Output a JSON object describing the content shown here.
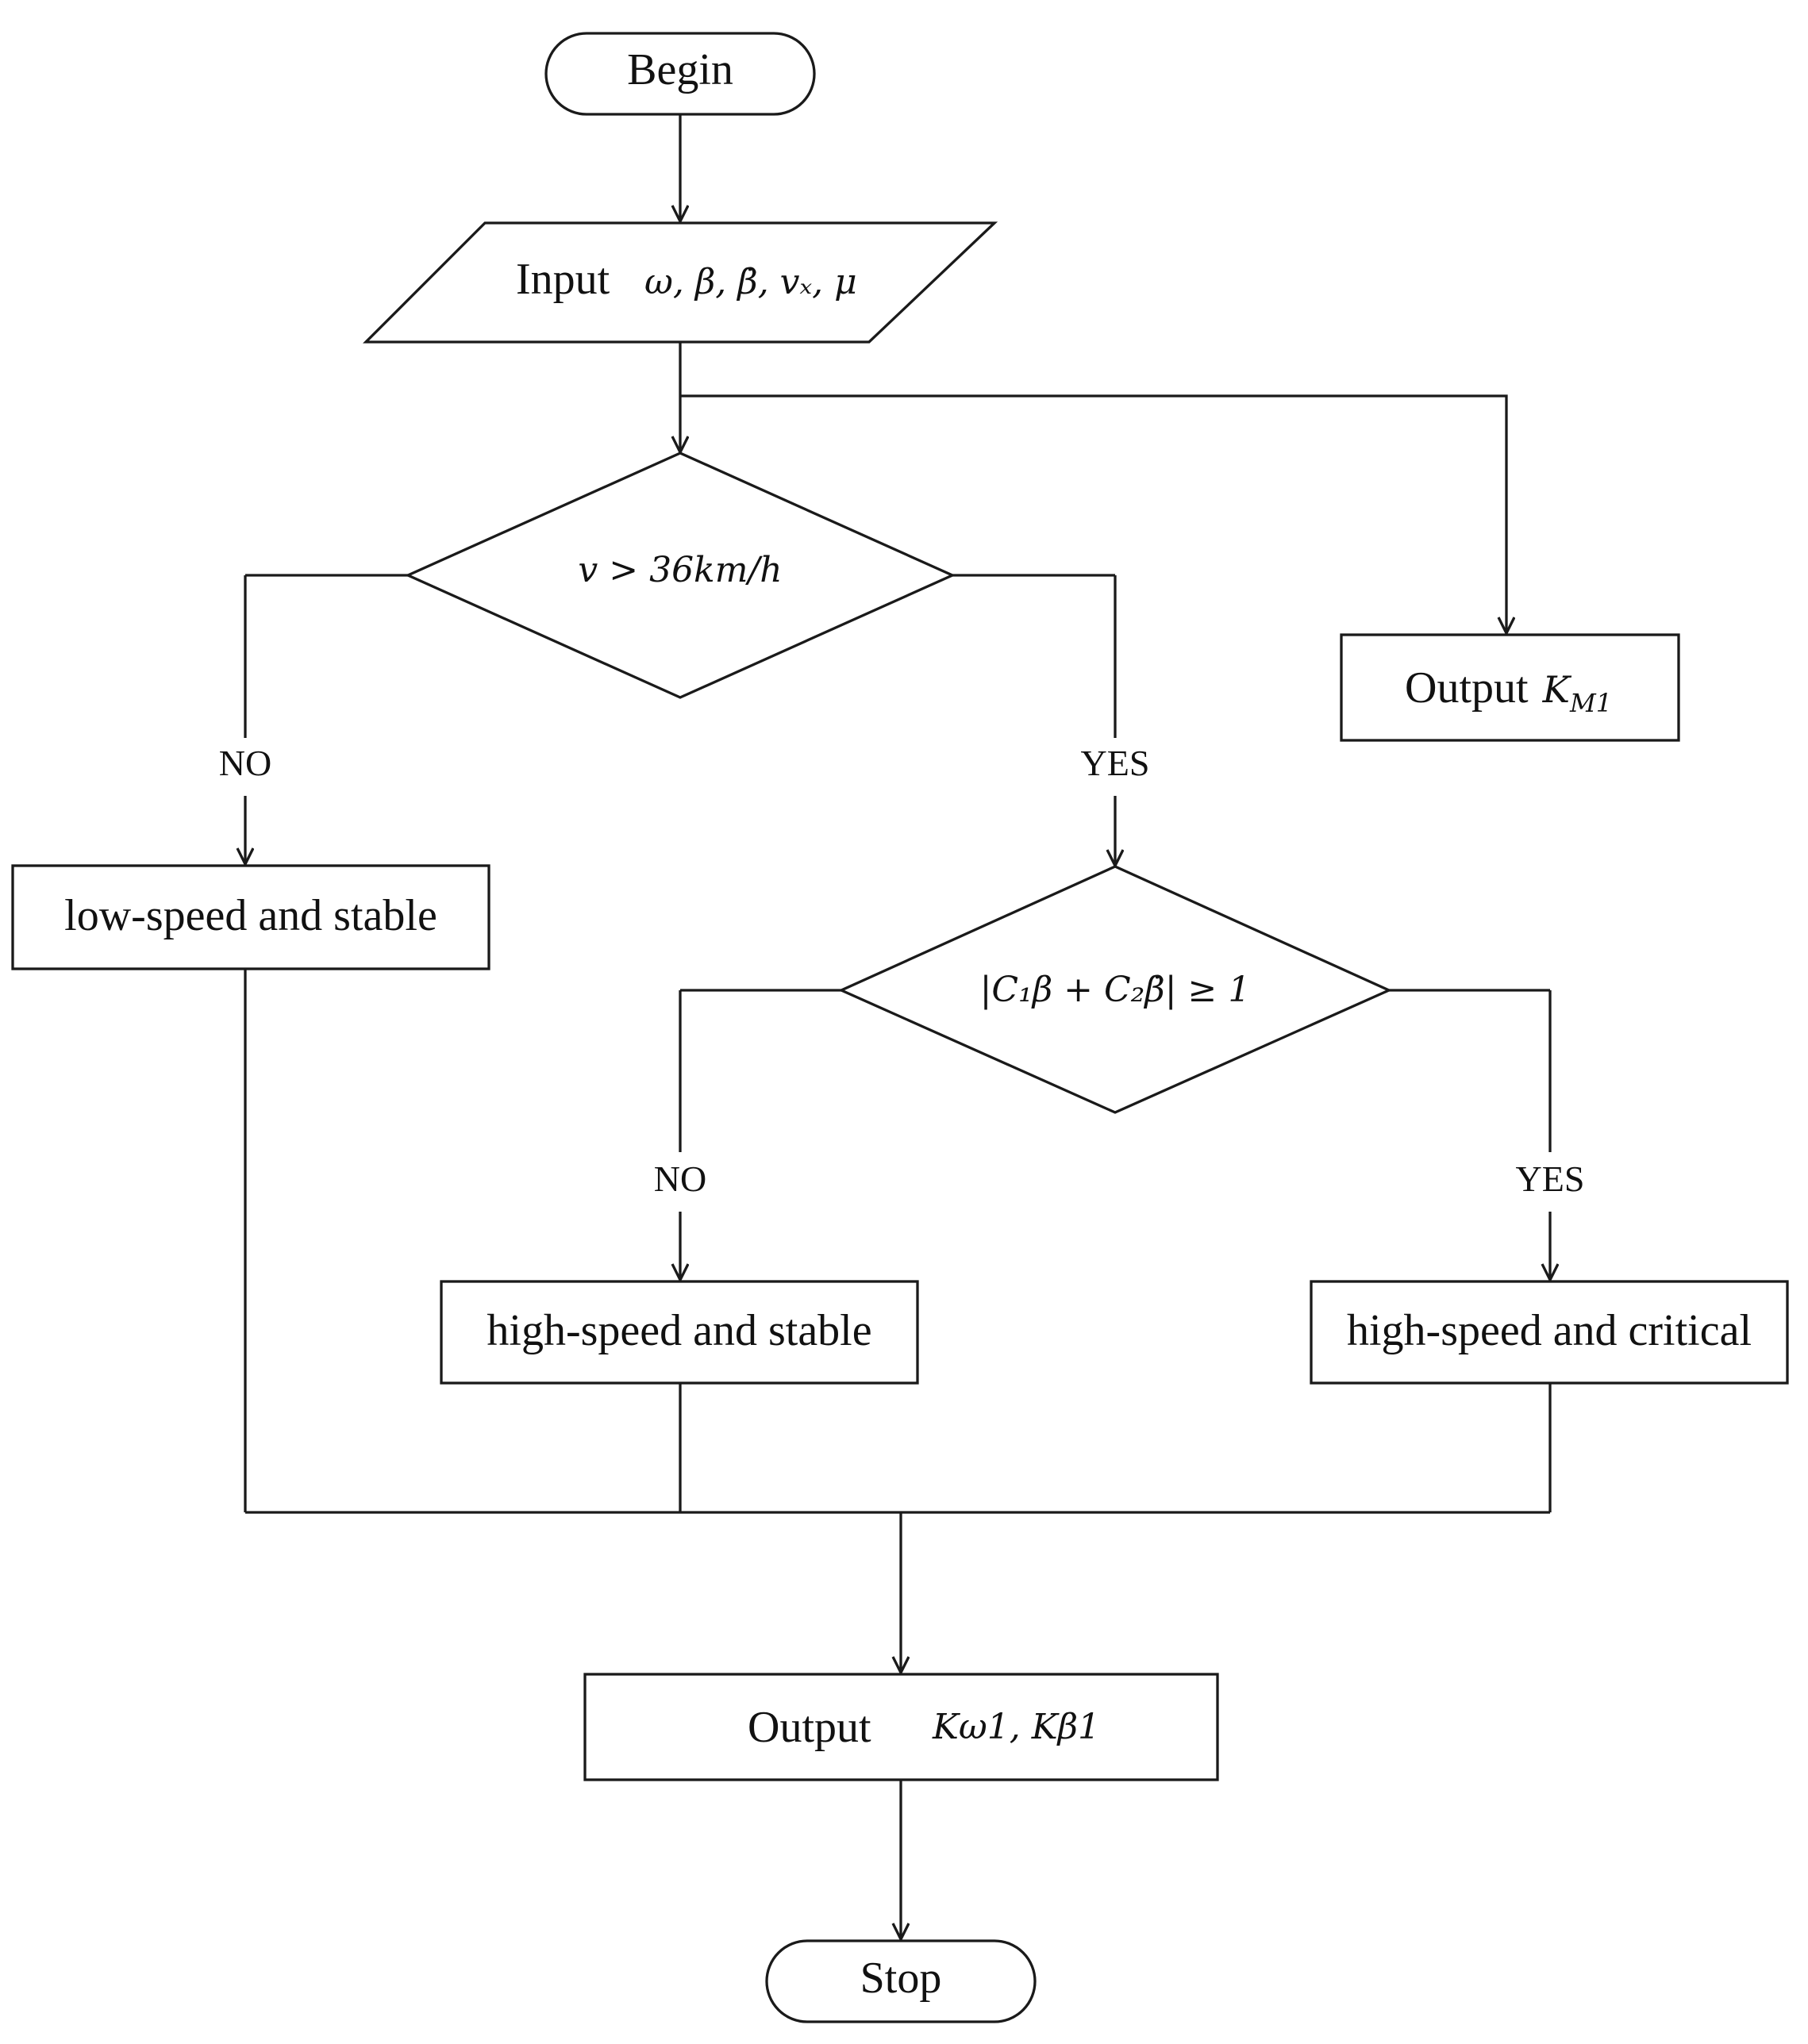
{
  "flowchart": {
    "begin": "Begin",
    "input_label": "Input",
    "input_vars": "ω, β, β̇, vₓ, μ",
    "decision1": "v > 36km/h",
    "decision1_no": "NO",
    "decision1_yes": "YES",
    "output_km_label": "Output",
    "output_km_var": "K",
    "output_km_sub": "M1",
    "low_speed_stable": "low-speed and stable",
    "decision2": "|C₁β + C₂β̇| ≥ 1",
    "decision2_no": "NO",
    "decision2_yes": "YES",
    "high_speed_stable": "high-speed and stable",
    "high_speed_critical": "high-speed and critical",
    "output_final_label": "Output",
    "output_final_vars": "Kω1, Kβ1",
    "stop": "Stop"
  }
}
